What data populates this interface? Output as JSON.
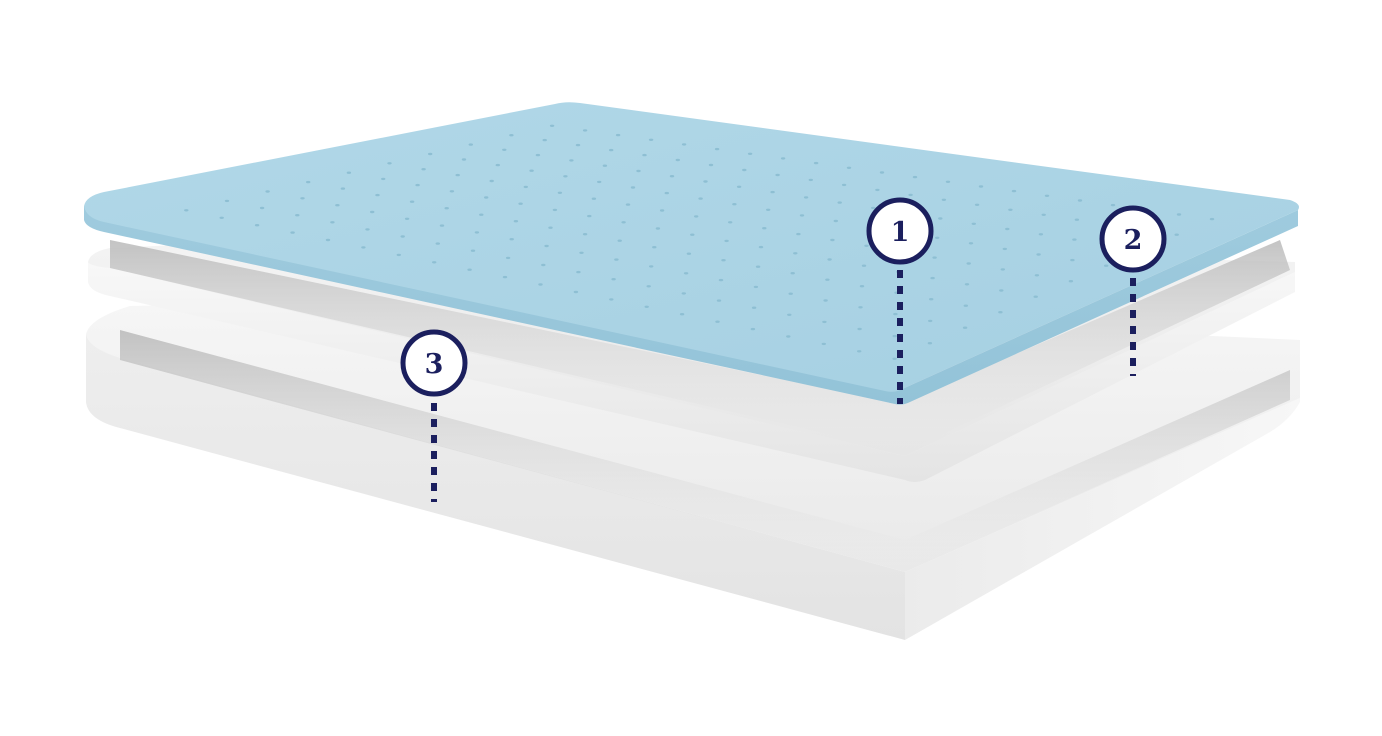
{
  "diagram": {
    "layers": [
      {
        "id": "top-layer",
        "color": "#a9d3e4"
      },
      {
        "id": "middle-layer",
        "color": "#f1f1f1"
      },
      {
        "id": "base-layer",
        "color": "#ececec"
      }
    ],
    "markers": [
      {
        "label": "1"
      },
      {
        "label": "2"
      },
      {
        "label": "3"
      }
    ],
    "colors": {
      "marker": "#1b1f5e",
      "marker_fill": "#ffffff",
      "background": "#ffffff"
    }
  }
}
